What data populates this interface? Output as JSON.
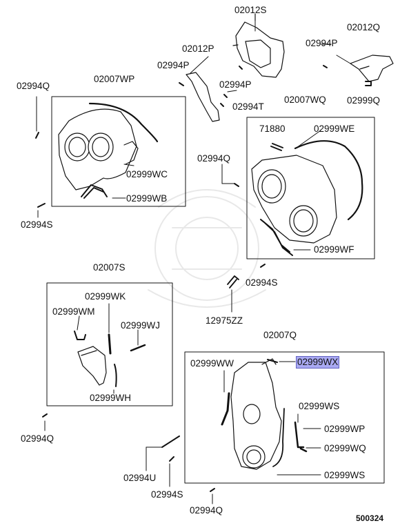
{
  "diagram": {
    "parts": {
      "p02012S": "02012S",
      "p02012Q": "02012Q",
      "p02994P_a": "02994P",
      "p02012P": "02012P",
      "p02994P_b": "02994P",
      "p02994Q_a": "02994Q",
      "p02007WP": "02007WP",
      "p02994P_c": "02994P",
      "p02994T": "02994T",
      "p02007WQ": "02007WQ",
      "p02999Q": "02999Q",
      "p71880": "71880",
      "p02999WE": "02999WE",
      "p02999WC": "02999WC",
      "p02994Q_b": "02994Q",
      "p02999WB": "02999WB",
      "p02994S_a": "02994S",
      "p02999WF": "02999WF",
      "p02007S": "02007S",
      "p02994S_b": "02994S",
      "p02999WK": "02999WK",
      "p02999WM": "02999WM",
      "p02999WJ": "02999WJ",
      "p12975ZZ": "12975ZZ",
      "p02007Q": "02007Q",
      "p02999WW": "02999WW",
      "p02999WX": "02999WX",
      "p02999WH": "02999WH",
      "p02999WS_a": "02999WS",
      "p02999WP": "02999WP",
      "p02994Q_c": "02994Q",
      "p02999WQ": "02999WQ",
      "p02994U": "02994U",
      "p02999WS_b": "02999WS",
      "p02994S_c": "02994S",
      "p02994Q_d": "02994Q"
    },
    "figure_number": "500324",
    "highlight_color": "#a9a9f2"
  }
}
